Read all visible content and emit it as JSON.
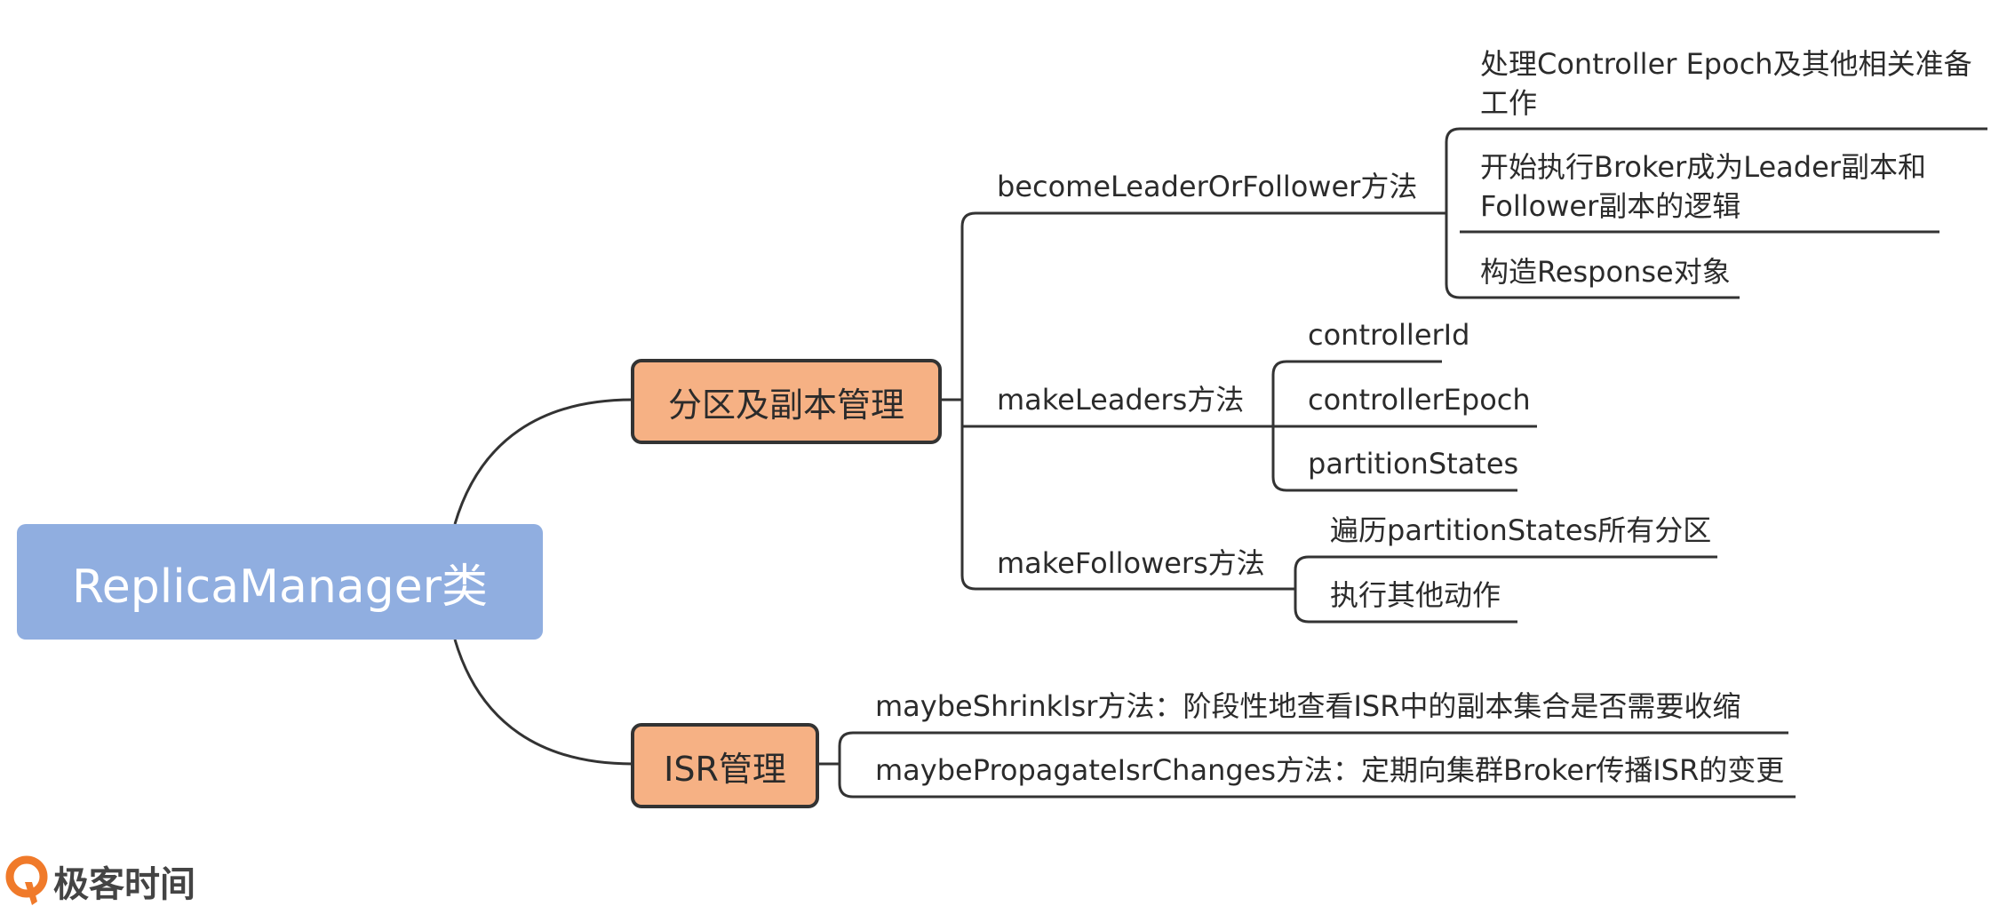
{
  "root": {
    "label": "ReplicaManager类"
  },
  "branches": [
    {
      "label": "分区及副本管理",
      "children": [
        {
          "label": "becomeLeaderOrFollower方法",
          "children": [
            "处理Controller Epoch及其他相关准备工作",
            "开始执行Broker成为Leader副本和Follower副本的逻辑",
            "构造Response对象"
          ]
        },
        {
          "label": "makeLeaders方法",
          "children": [
            "controllerId",
            "controllerEpoch",
            "partitionStates"
          ]
        },
        {
          "label": "makeFollowers方法",
          "children": [
            "遍历partitionStates所有分区",
            "执行其他动作"
          ]
        }
      ]
    },
    {
      "label": "ISR管理",
      "children": [
        {
          "label": "maybeShrinkIsr方法：阶段性地查看ISR中的副本集合是否需要收缩"
        },
        {
          "label": "maybePropagateIsrChanges方法：定期向集群Broker传播ISR的变更"
        }
      ]
    }
  ],
  "colors": {
    "root_fill": "#90aee0",
    "branch_fill": "#f6b184",
    "branch_border": "#333333",
    "line": "#333333"
  },
  "logo": {
    "text": "极客时间",
    "icon": "geektime-logo-icon"
  }
}
